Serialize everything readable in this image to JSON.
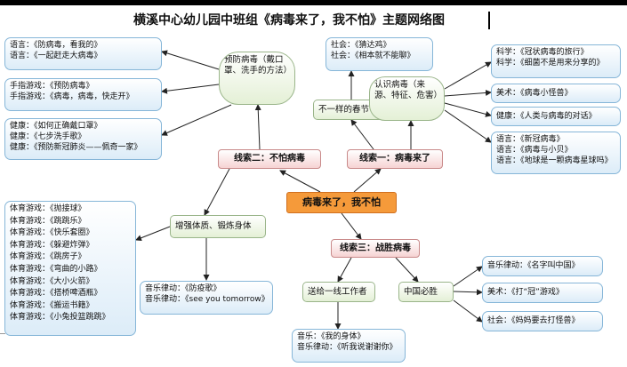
{
  "title": "横溪中心幼儿园中班组《病毒来了，我不怕》主题网络图",
  "center": "病毒来了，我不怕",
  "threads": {
    "t1": "线索一：病毒来了",
    "t2": "线索二：不怕病毒",
    "t3": "线索三：战胜病毒"
  },
  "hubs": {
    "prevent": "预防病毒（戴口罩、洗手的方法）",
    "exercise": "增强体质、锻炼身体",
    "spring": "不一样的春节",
    "know": "认识病毒（来源、特征、危害）",
    "frontline": "送给一线工作者",
    "china": "中国必胜"
  },
  "leaves": {
    "lang": [
      "语言：《防病毒，看我的》",
      "语言：《一起赶走大病毒》"
    ],
    "finger": [
      "手指游戏：《预防病毒》",
      "手指游戏：《病毒，病毒，快走开》"
    ],
    "health": [
      "健康：《如何正确戴口罩》",
      "健康：《七步洗手歌》",
      "健康：《预防新冠肺炎——佩奇一家》"
    ],
    "sports": [
      "体育游戏：《抛接球》",
      "体育游戏：《跳跳乐》",
      "体育游戏：《快乐套圈》",
      "体育游戏：《躲避炸弹》",
      "体育游戏：《跳房子》",
      "体育游戏：《弯曲的小路》",
      "体育游戏：《大小火箭》",
      "体育游戏：《搭桥啤酒瓶》",
      "体育游戏：《搬运书籍》",
      "体育游戏：《小兔投篮跳跳》"
    ],
    "rhythm": [
      "音乐律动：《防疫歌》",
      "音乐律动：《see you tomorrow》"
    ],
    "social": [
      "社会：《猜达鸡》",
      "社会：《相本就不能聊》"
    ],
    "science": [
      "科学：《冠状病毒的旅行》",
      "科学：《细菌不是用来分享的》"
    ],
    "art": [
      "美术：《病毒小怪兽》"
    ],
    "health2": [
      "健康：《人类与病毒的对话》"
    ],
    "lang2": [
      "语言：《新冠病毒》",
      "语言：《病毒与小贝》",
      "语言：《地球是一颗病毒星球吗》"
    ],
    "music2": [
      "音乐律动：《名字叫中国》"
    ],
    "art2": [
      "美术：《打“冠”游戏》"
    ],
    "social2": [
      "社会：《妈妈要去打怪兽》"
    ],
    "music3": [
      "音乐：《我的身体》",
      "音乐律动：《听我说谢谢你》"
    ]
  }
}
